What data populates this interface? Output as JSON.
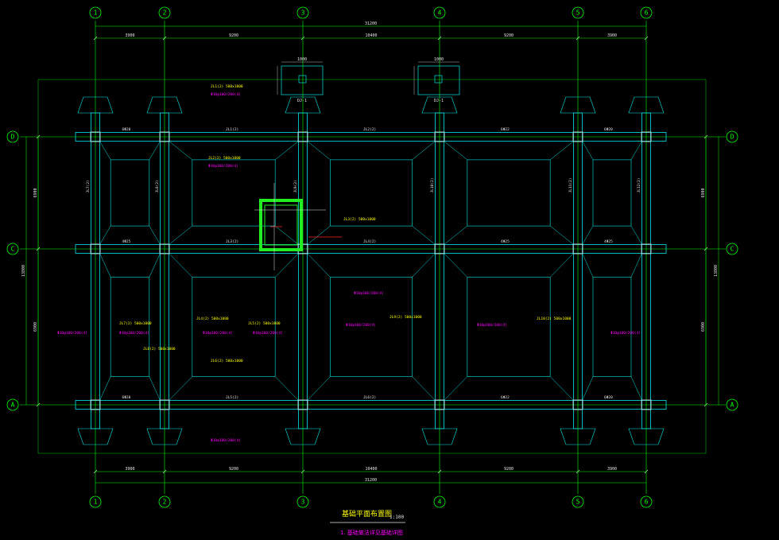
{
  "drawing": {
    "title": "基础平面布置图",
    "scale": "1:100",
    "note": "1. 基础做法详见基础详图"
  },
  "axes": {
    "columns": [
      "1",
      "2",
      "3",
      "4",
      "5",
      "6"
    ],
    "rows": [
      "D",
      "C",
      "A"
    ]
  },
  "dimensions": {
    "top_total": "31200",
    "top_spans": [
      "3900",
      "9200",
      "10400",
      "9200",
      "3900"
    ],
    "bottom_total": "31200",
    "bottom_spans": [
      "3900",
      "9200",
      "10400",
      "9200",
      "3900"
    ],
    "left_total": "13800",
    "left_spans": [
      "6900",
      "6900"
    ],
    "right_total": "13800",
    "right_spans": [
      "6900",
      "6900"
    ]
  },
  "details": [
    {
      "label": "DJ-1",
      "size": "1000"
    },
    {
      "label": "DJ-1",
      "size": "1000"
    }
  ],
  "beam_labels": {
    "row_D": [
      "6Φ20",
      "JL1(2)",
      "JL2(2)",
      "6Φ22",
      "6Φ20"
    ],
    "row_C": [
      "4Φ25",
      "JL3(2)",
      "JL4(2)",
      "4Φ25",
      "4Φ25"
    ],
    "row_A": [
      "6Φ20",
      "JL5(2)",
      "JL6(2)",
      "6Φ22",
      "6Φ20"
    ],
    "cols": [
      "JL7(2)",
      "JL8(2)",
      "JL9(2)",
      "JL10(2)",
      "JL11(2)",
      "JL12(2)"
    ]
  },
  "annotations_yellow": [
    "JL1(2) 500x1000",
    "JL2(2) 500x1000",
    "JL3(2) 500x1000",
    "JL4(2) 500x1000",
    "JL5(2) 500x1000",
    "JL6(2) 500x1000",
    "JL7(2) 500x1000",
    "JL8(2) 500x1000",
    "JL9(2) 500x1000",
    "JL10(2) 500x1000"
  ],
  "annotations_magenta": [
    "Φ10@100/200(4)",
    "Φ10@100/200(4)",
    "Φ10@100/200(4)",
    "Φ10@100/200(4)",
    "Φ10@100/200(4)",
    "Φ10@100/200(4)",
    "Φ10@100/200(4)",
    "Φ10@100/200(4)",
    "Φ10@100/200(4)",
    "Φ10@100/200(4)",
    "Φ10@100/200(4)"
  ],
  "colors": {
    "background": "#000000",
    "axis": "#00ff00",
    "beam": "#00e5e5",
    "dimension": "#e6e6e6",
    "annotation_yellow": "#ffff00",
    "annotation_magenta": "#ff00ff",
    "highlight": "#22ee22",
    "section_cut": "#ff2020"
  }
}
